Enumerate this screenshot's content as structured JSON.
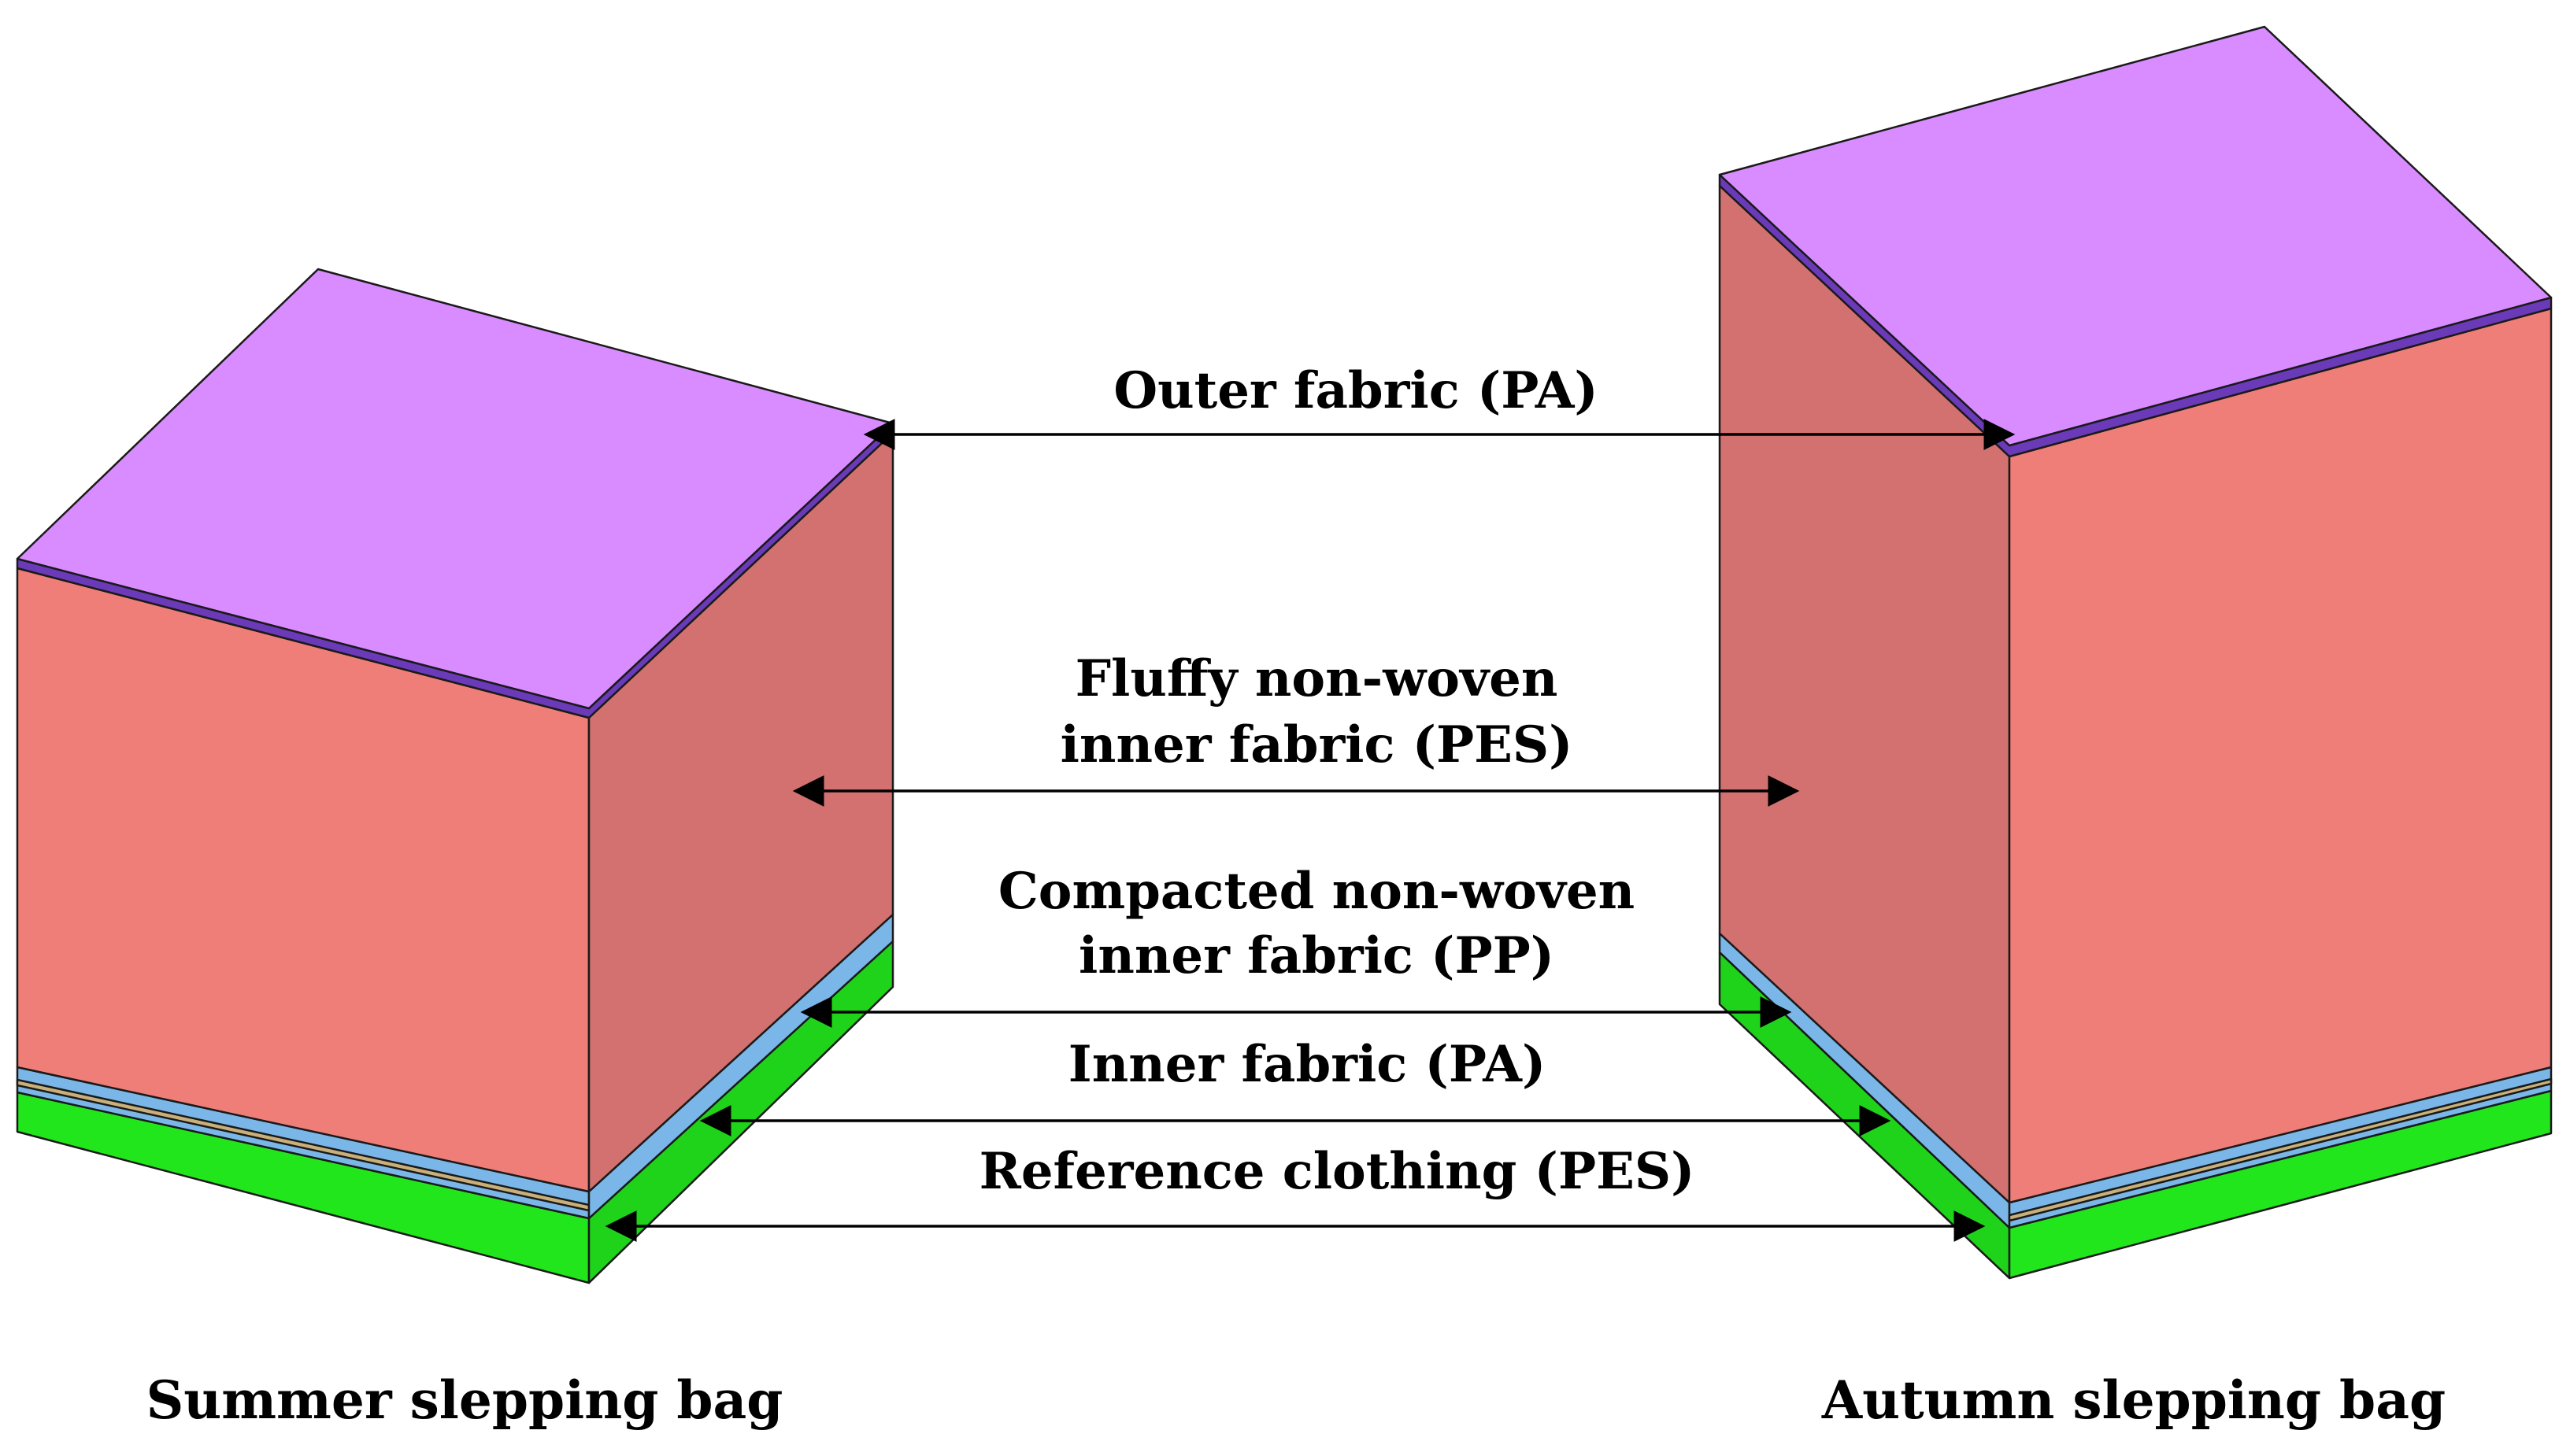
{
  "colors": {
    "top": "#d98cff",
    "top_edge": "#6b3ab8",
    "front": "#ef7e78",
    "side": "#d2716f",
    "green": "#22e61c",
    "green_side": "#1fd21a",
    "blue_layer": "#7ab6e8",
    "tan_layer": "#c9b07a",
    "stroke": "#1a1a1a",
    "arrow": "#000000"
  },
  "labels": {
    "outer_fabric": "Outer fabric (PA)",
    "fluffy_line1": "Fluffy non-woven",
    "fluffy_line2": "inner fabric (PES)",
    "compacted_line1": "Compacted non-woven",
    "compacted_line2": "inner fabric (PP)",
    "inner_fabric": "Inner fabric (PA)",
    "reference_clothing": "Reference clothing (PES)"
  },
  "titles": {
    "summer": "Summer slepping bag",
    "autumn": "Autumn slepping bag"
  }
}
